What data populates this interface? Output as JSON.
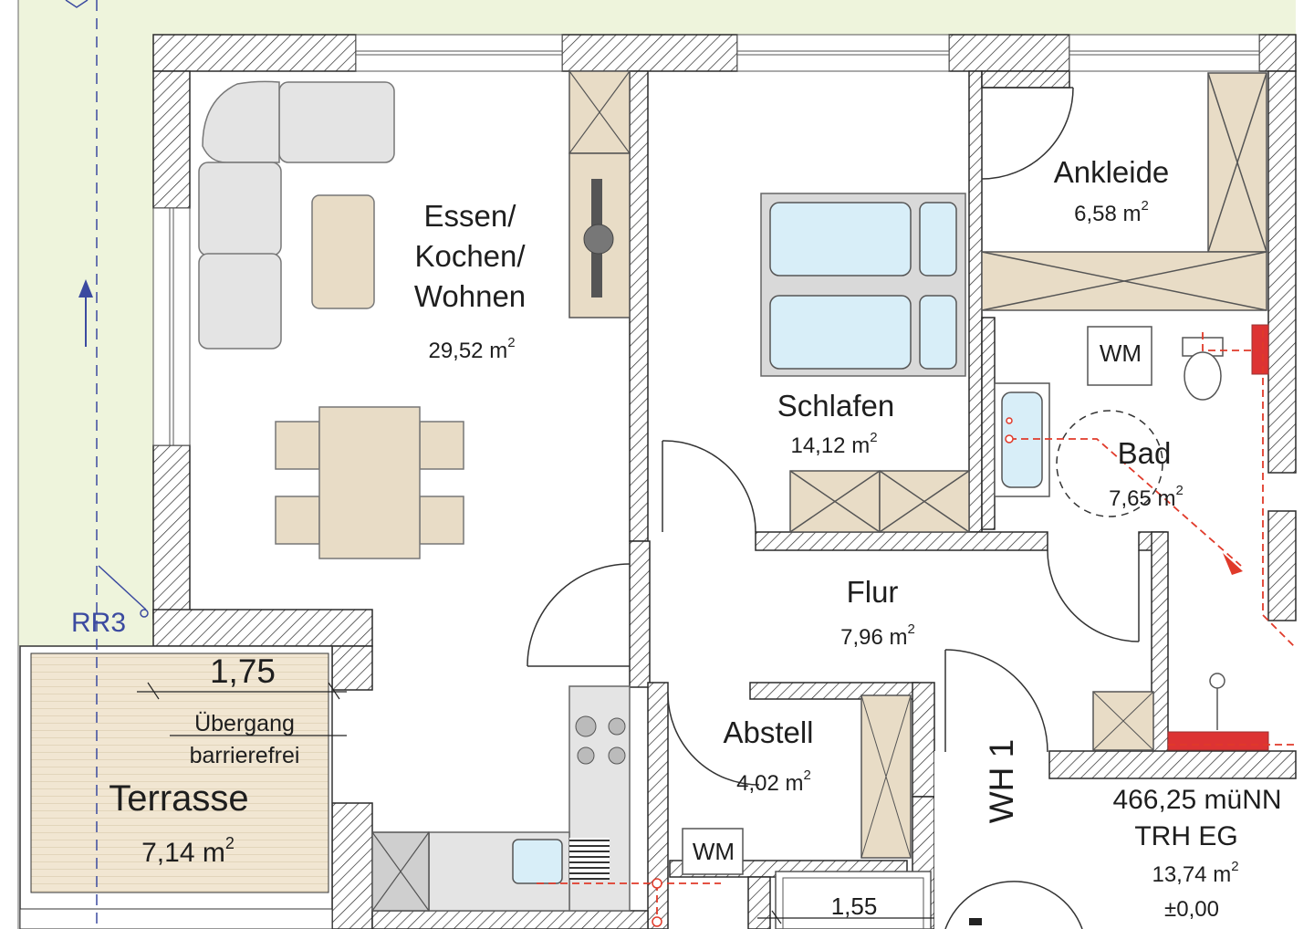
{
  "rooms": {
    "essen": {
      "line1": "Essen/",
      "line2": "Kochen/",
      "line3": "Wohnen",
      "area": "29,52 m",
      "sup": "2"
    },
    "schlafen": {
      "name": "Schlafen",
      "area": "14,12 m",
      "sup": "2"
    },
    "ankleide": {
      "name": "Ankleide",
      "area": "6,58 m",
      "sup": "2"
    },
    "bad": {
      "name": "Bad",
      "area": "7,65 m",
      "sup": "2"
    },
    "flur": {
      "name": "Flur",
      "area": "7,96 m",
      "sup": "2"
    },
    "abstell": {
      "name": "Abstell",
      "area": "4,02 m",
      "sup": "2"
    },
    "terrasse": {
      "name": "Terrasse",
      "area": "7,14 m",
      "sup": "2"
    },
    "trh": {
      "elev": "466,25 müNN",
      "name": "TRH EG",
      "area": "13,74 m",
      "sup": "2",
      "level": "±0,00"
    }
  },
  "labels": {
    "dim_terrace": "1,75",
    "transition_line1": "Übergang",
    "transition_line2": "barrierefrei",
    "rr": "RR3",
    "wm": "WM",
    "wh": "WH 1",
    "dim_bottom": "1,55"
  },
  "colors": {
    "wall_hatch": "#2a2a2a",
    "furniture_beige": "#e8dcc6",
    "sofa_grey": "#e4e4e4",
    "bath_blue": "#d8eef8",
    "garden_green": "#eef4dc",
    "axis_blue": "#3b4aa0",
    "pipe_red": "#e03a2a"
  }
}
